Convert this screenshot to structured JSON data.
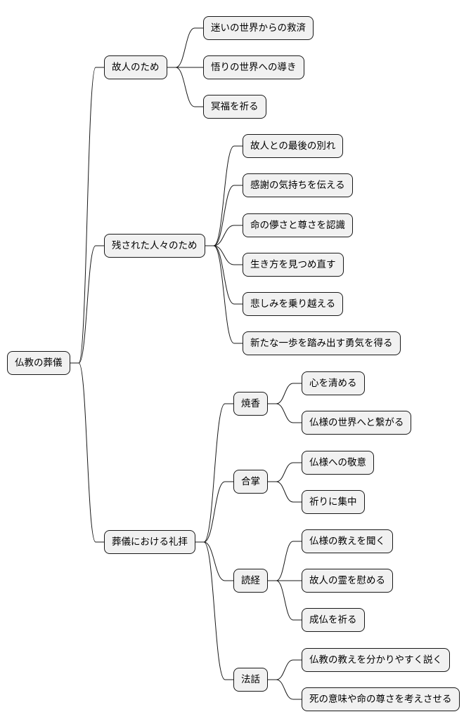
{
  "root": {
    "id": "root",
    "label": "仏教の葬儀"
  },
  "branches": [
    {
      "id": "b1",
      "label": "故人のため",
      "children": [
        {
          "id": "b1c1",
          "label": "迷いの世界からの救済"
        },
        {
          "id": "b1c2",
          "label": "悟りの世界への導き"
        },
        {
          "id": "b1c3",
          "label": "冥福を祈る"
        }
      ]
    },
    {
      "id": "b2",
      "label": "残された人々のため",
      "children": [
        {
          "id": "b2c1",
          "label": "故人との最後の別れ"
        },
        {
          "id": "b2c2",
          "label": "感謝の気持ちを伝える"
        },
        {
          "id": "b2c3",
          "label": "命の儚さと尊さを認識"
        },
        {
          "id": "b2c4",
          "label": "生き方を見つめ直す"
        },
        {
          "id": "b2c5",
          "label": "悲しみを乗り越える"
        },
        {
          "id": "b2c6",
          "label": "新たな一歩を踏み出す勇気を得る"
        }
      ]
    },
    {
      "id": "b3",
      "label": "葬儀における礼拝",
      "children": [
        {
          "id": "b3s1",
          "label": "焼香",
          "children": [
            {
              "id": "b3s1c1",
              "label": "心を清める"
            },
            {
              "id": "b3s1c2",
              "label": "仏様の世界へと繋がる"
            }
          ]
        },
        {
          "id": "b3s2",
          "label": "合掌",
          "children": [
            {
              "id": "b3s2c1",
              "label": "仏様への敬意"
            },
            {
              "id": "b3s2c2",
              "label": "祈りに集中"
            }
          ]
        },
        {
          "id": "b3s3",
          "label": "読経",
          "children": [
            {
              "id": "b3s3c1",
              "label": "仏様の教えを聞く"
            },
            {
              "id": "b3s3c2",
              "label": "故人の霊を慰める"
            },
            {
              "id": "b3s3c3",
              "label": "成仏を祈る"
            }
          ]
        },
        {
          "id": "b3s4",
          "label": "法話",
          "children": [
            {
              "id": "b3s4c1",
              "label": "仏教の教えを分かりやすく説く"
            },
            {
              "id": "b3s4c2",
              "label": "死の意味や命の尊さを考えさせる"
            }
          ]
        }
      ]
    }
  ]
}
